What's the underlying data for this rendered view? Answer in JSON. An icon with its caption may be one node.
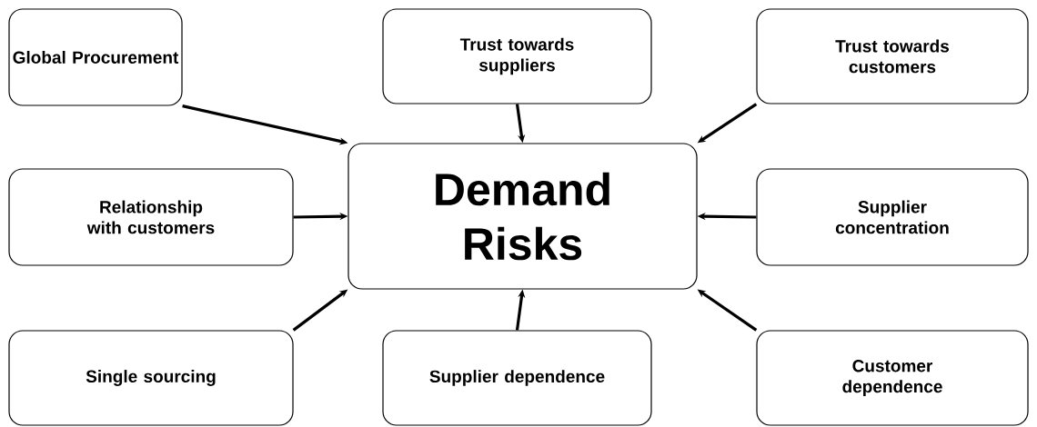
{
  "diagram": {
    "nodes": [
      {
        "text": [
          "Demand Risks"
        ]
      },
      {
        "text": [
          "Global Procurement"
        ]
      },
      {
        "text": [
          "Trust towards suppliers"
        ]
      },
      {
        "text": [
          "Trust towards customers"
        ]
      },
      {
        "text": [
          "Relationship with customers"
        ]
      },
      {
        "text": [
          "Supplier concentration"
        ]
      },
      {
        "text": [
          "Single sourcing"
        ]
      },
      {
        "text": [
          "Supplier dependence"
        ]
      },
      {
        "text": [
          "Customer dependence"
        ]
      }
    ],
    "edges": [
      {
        "from": 1,
        "to": 0,
        "arrow": "to"
      },
      {
        "from": 2,
        "to": 0,
        "arrow": "to"
      },
      {
        "from": 3,
        "to": 0,
        "arrow": "to"
      },
      {
        "from": 4,
        "to": 0,
        "arrow": "to"
      },
      {
        "from": 5,
        "to": 0,
        "arrow": "to"
      },
      {
        "from": 6,
        "to": 0,
        "arrow": "to"
      },
      {
        "from": 7,
        "to": 0,
        "arrow": "to"
      },
      {
        "from": 8,
        "to": 0,
        "arrow": "to"
      }
    ]
  }
}
